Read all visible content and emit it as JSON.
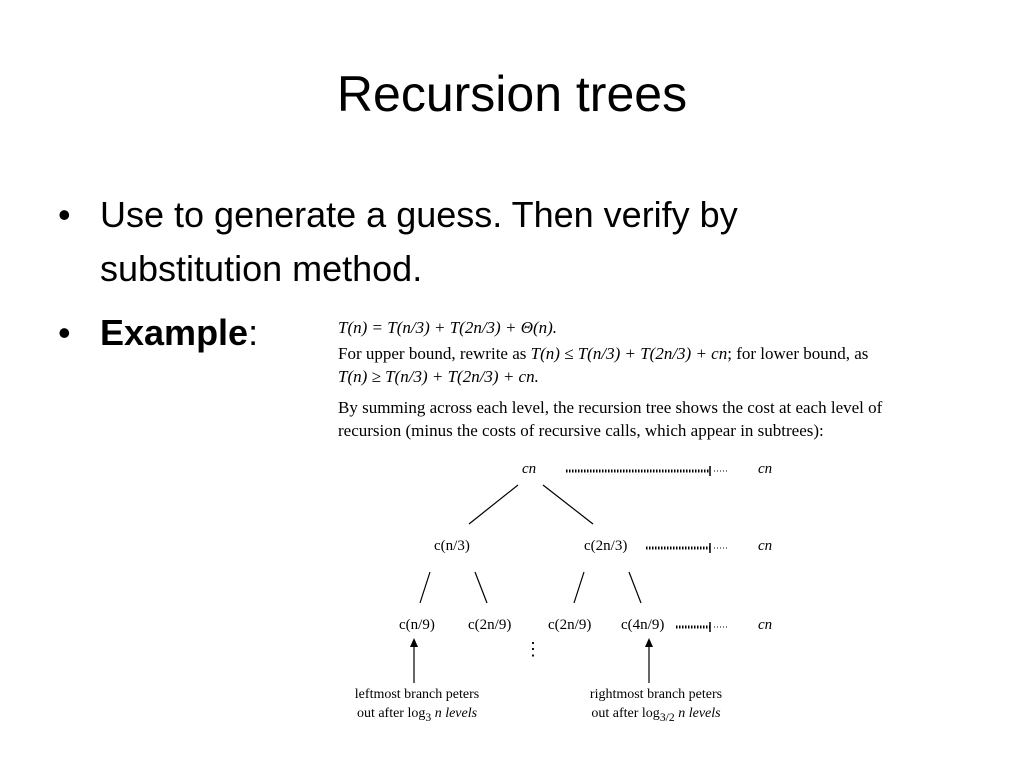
{
  "slide": {
    "title": "Recursion trees",
    "bullet1_line1": "Use to generate a guess. Then verify by",
    "bullet1_line2": "substitution method.",
    "bullet2_label": "Example",
    "bullet2_suffix": ":"
  },
  "figure": {
    "recurrence": "T(n) = T(n/3) + T(2n/3) + Θ(n).",
    "upper_prefix": "For upper bound, rewrite as ",
    "upper_formula": "T(n) ≤ T(n/3) + T(2n/3) + cn",
    "lower_prefix": "; for lower bound, as",
    "lower_formula": "T(n) ≥ T(n/3) + T(2n/3) + cn.",
    "summary_line1": "By summing across each level, the recursion tree shows the cost at each level of",
    "summary_line2": "recursion (minus the costs of recursive calls, which appear in subtrees):"
  },
  "tree": {
    "root": "cn",
    "level1": [
      "c(n/3)",
      "c(2n/3)"
    ],
    "level2": [
      "c(n/9)",
      "c(2n/9)",
      "c(2n/9)",
      "c(4n/9)"
    ],
    "level_sums": [
      "cn",
      "cn",
      "cn"
    ],
    "ellipsis": "⋮",
    "left_caption_line1": "leftmost branch peters",
    "left_caption_line2": "out after log",
    "left_caption_sub": "3",
    "left_caption_tail": " n levels",
    "right_caption_line1": "rightmost branch peters",
    "right_caption_line2": "out after log",
    "right_caption_sub": "3/2",
    "right_caption_tail": " n levels"
  }
}
